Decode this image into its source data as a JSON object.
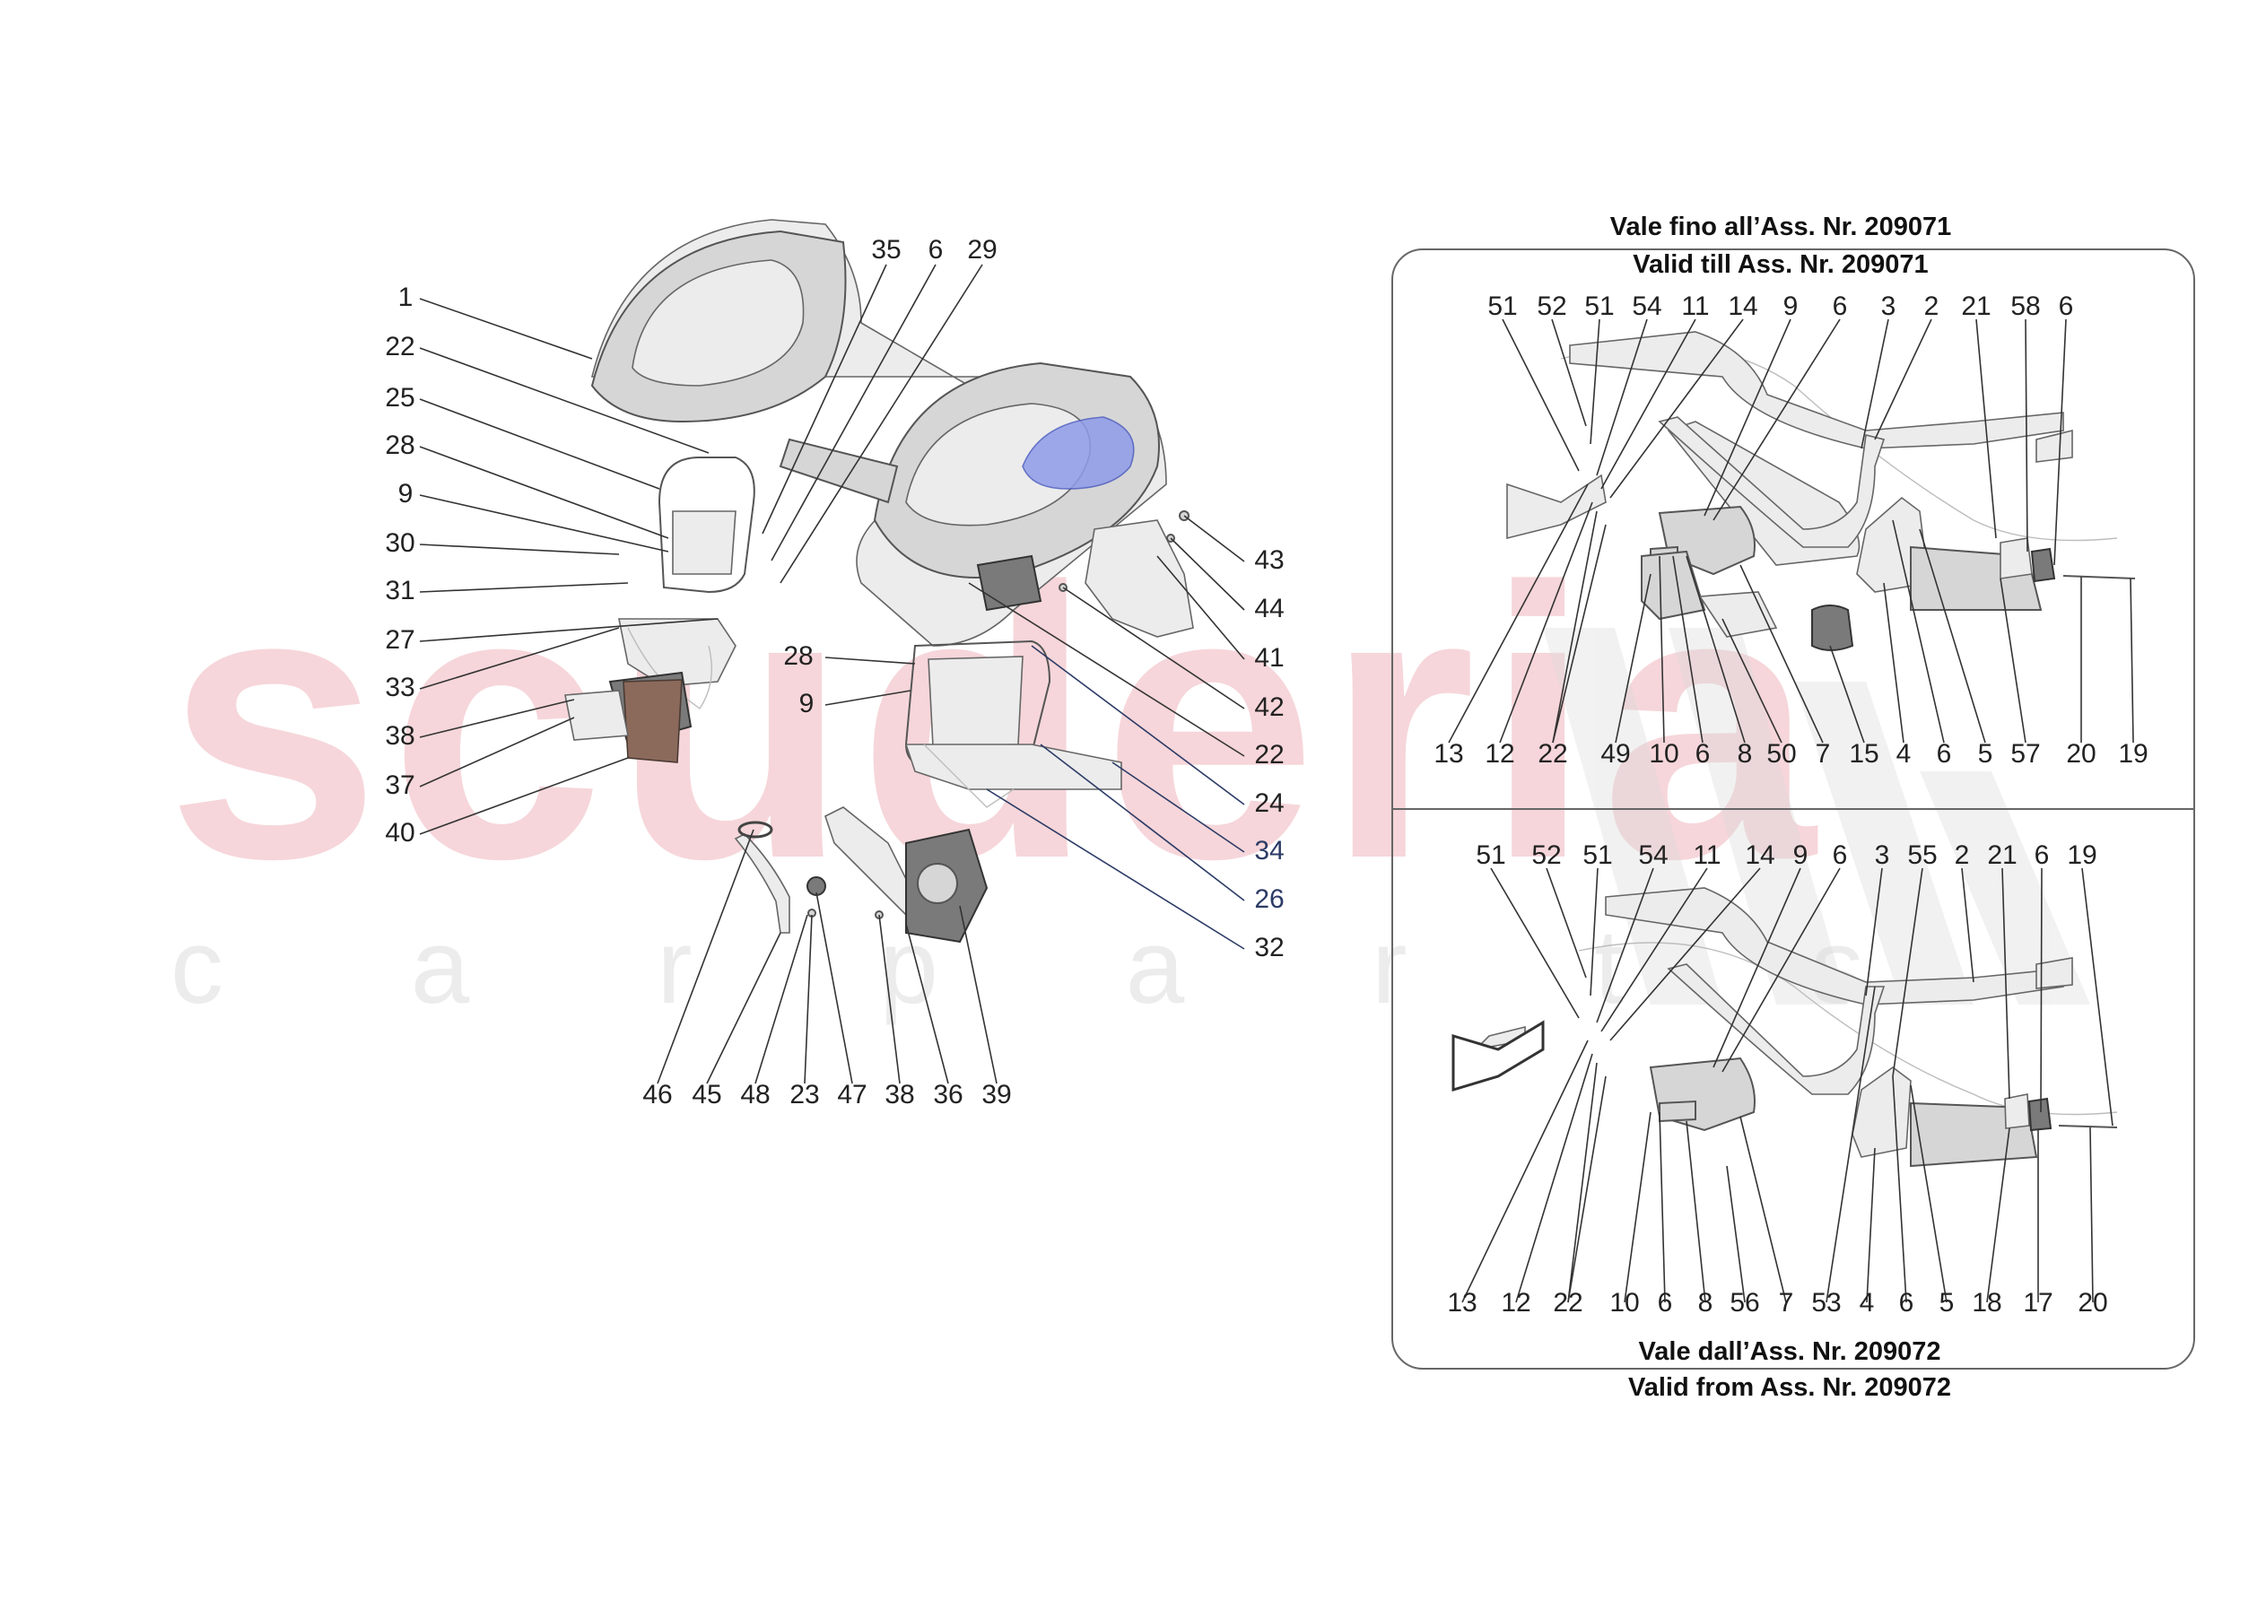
{
  "watermark": {
    "brand": "scuderia",
    "subtitle": "c a r p a r t s"
  },
  "panels": {
    "top": {
      "header_it": "Vale fino all’Ass. Nr. 209071",
      "header_en": "Valid till Ass. Nr. 209071"
    },
    "bottom": {
      "footer_it": "Vale dall’Ass. Nr. 209072",
      "footer_en": "Valid from Ass. Nr. 209072"
    }
  },
  "callouts": {
    "left": [
      "1",
      "22",
      "25",
      "28",
      "9",
      "30",
      "31",
      "27",
      "33",
      "38",
      "37",
      "40"
    ],
    "top_center": [
      "35",
      "6",
      "29"
    ],
    "right_side": [
      "43",
      "44",
      "41",
      "42",
      "22",
      "24",
      "34",
      "26",
      "32"
    ],
    "mid": [
      "28",
      "9"
    ],
    "bottom_row": [
      "46",
      "45",
      "48",
      "23",
      "47",
      "38",
      "36",
      "39"
    ],
    "panel_top_row": [
      "51",
      "52",
      "51",
      "54",
      "11",
      "14",
      "9",
      "6",
      "3",
      "2",
      "21",
      "58",
      "6"
    ],
    "panel_top_bottom_row": [
      "13",
      "12",
      "22",
      "49",
      "10",
      "6",
      "8",
      "50",
      "7",
      "15",
      "4",
      "6",
      "5",
      "57",
      "20",
      "19"
    ],
    "panel_bottom_row": [
      "51",
      "52",
      "51",
      "54",
      "11",
      "14",
      "9",
      "6",
      "3",
      "55",
      "2",
      "21",
      "6",
      "19"
    ],
    "panel_bottom_bottom_row": [
      "13",
      "12",
      "22",
      "10",
      "6",
      "8",
      "56",
      "7",
      "53",
      "4",
      "6",
      "5",
      "18",
      "17",
      "20"
    ]
  }
}
